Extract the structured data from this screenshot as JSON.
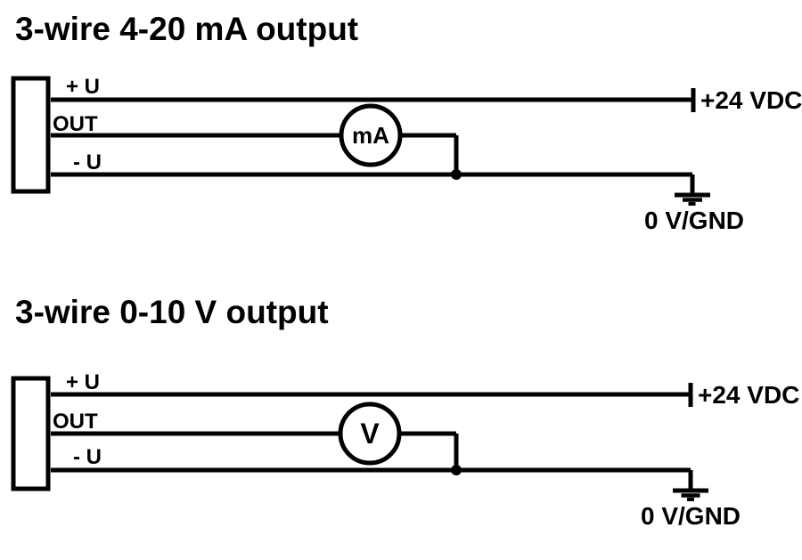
{
  "page": {
    "background": "#ffffff",
    "ink": "#000000"
  },
  "diagrams": [
    {
      "title": "3-wire 4-20 mA output",
      "wire_labels": {
        "plus_u": "+ U",
        "out": "OUT",
        "minus_u": "- U"
      },
      "meter_label": "mA",
      "meter_type": "current-meter",
      "supply_label": "+24 VDC",
      "ground_label": "0 V/GND"
    },
    {
      "title": "3-wire 0-10 V output",
      "wire_labels": {
        "plus_u": "+ U",
        "out": "OUT",
        "minus_u": "- U"
      },
      "meter_label": "V",
      "meter_type": "voltage-meter",
      "supply_label": "+24 VDC",
      "ground_label": "0 V/GND"
    }
  ]
}
